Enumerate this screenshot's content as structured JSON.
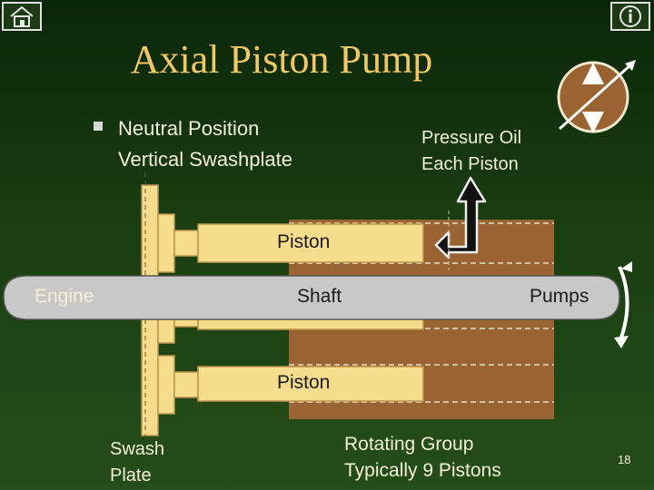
{
  "title": "Axial Piston Pump",
  "bullet": {
    "line1": "Neutral Position",
    "line2": "Vertical Swashplate"
  },
  "labels": {
    "pressure_oil_1": "Pressure Oil",
    "pressure_oil_2": "Each Piston",
    "piston_top": "Piston",
    "piston_bottom": "Piston",
    "engine": "Engine",
    "shaft": "Shaft",
    "pumps": "Pumps",
    "swash_1": "Swash",
    "swash_2": "Plate",
    "rotating_1": "Rotating Group",
    "rotating_2": "Typically 9 Pistons"
  },
  "page_number": "18",
  "icons": {
    "home": "home-icon",
    "info": "info-icon",
    "pump_symbol": "variable-pump-symbol-icon",
    "rotation": "rotation-arrow-icon"
  },
  "colors": {
    "title": "#f2c866",
    "piston": "#f8dc8e",
    "barrel": "#9a6432",
    "shaft": "#c8c8c8"
  }
}
